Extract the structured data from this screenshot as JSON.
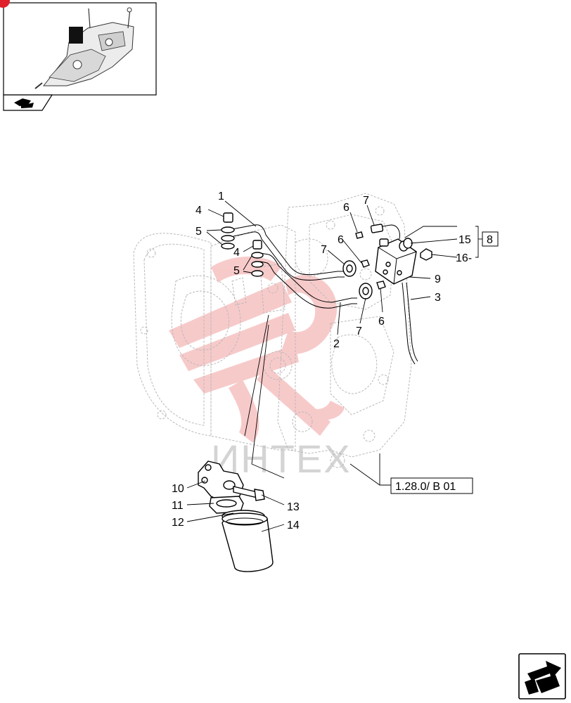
{
  "thumbnail": {
    "icon": "transmission-assembly-thumbnail",
    "nav_icon": "back-arrow-icon"
  },
  "watermark": {
    "text": "ИНТЕХ",
    "color": "#f2a0a0"
  },
  "callouts": {
    "c1": "1",
    "c2": "2",
    "c3": "3",
    "c4a": "4",
    "c4b": "4",
    "c5a": "5",
    "c5b": "5",
    "c6a": "6",
    "c6b": "6",
    "c6c": "6",
    "c7a": "7",
    "c7b": "7",
    "c7c": "7",
    "c8": "8",
    "c9": "9",
    "c10": "10",
    "c11": "11",
    "c12": "12",
    "c13": "13",
    "c14": "14",
    "c15": "15",
    "c16": "16-"
  },
  "reference": {
    "label": "1.28.0/  B 01"
  },
  "nav": {
    "icon": "next-page-arrow-icon"
  }
}
